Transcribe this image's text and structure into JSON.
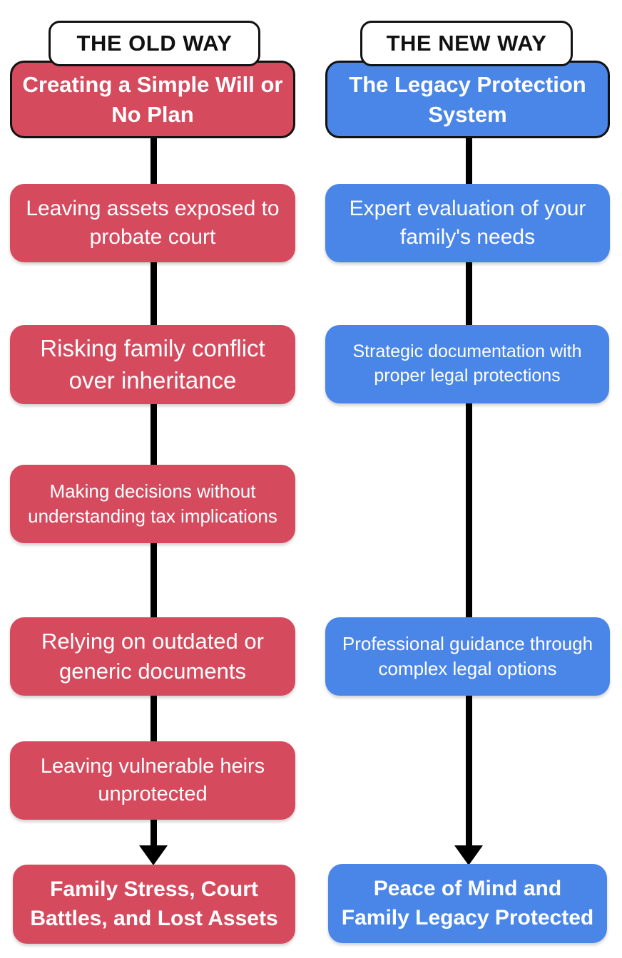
{
  "colors": {
    "old_way_red": "#d64a5e",
    "new_way_blue": "#4a86e8",
    "outline_black": "#121212",
    "arrow_black": "#000000",
    "header_bg": "#ffffff",
    "header_text": "#111111",
    "box_text": "#ffffff"
  },
  "old_way": {
    "header": "THE OLD WAY",
    "intro": "Creating a Simple Will or No Plan",
    "steps": [
      "Leaving assets exposed to probate court",
      "Risking family conflict over inheritance",
      "Making decisions without understanding tax implications",
      "Relying on outdated or generic documents",
      "Leaving vulnerable heirs unprotected"
    ],
    "result": "Family Stress, Court Battles, and Lost Assets"
  },
  "new_way": {
    "header": "THE NEW WAY",
    "intro": "The Legacy Protection System",
    "steps": [
      "Expert evaluation of your family's needs",
      "Strategic documentation with proper legal protections",
      "Professional guidance through complex legal options"
    ],
    "result": "Peace of Mind and Family Legacy Protected"
  }
}
